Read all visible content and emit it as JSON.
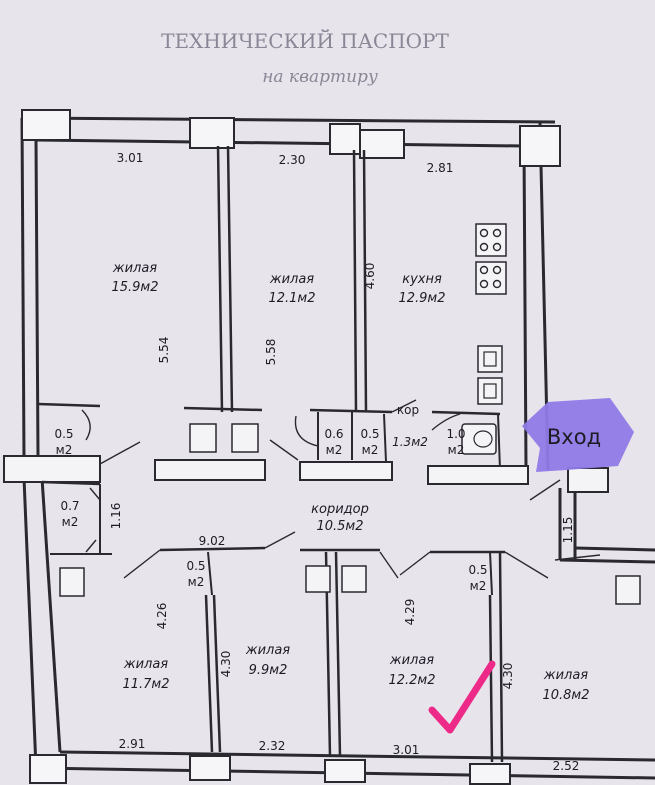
{
  "header": {
    "title": "ТЕХНИЧЕСКИЙ ПАСПОРТ",
    "subtitle": "на квартиру"
  },
  "colors": {
    "paper": "#e7e4ec",
    "ink": "#2a2930",
    "entrance_badge": "#8f7ae6",
    "checkmark": "#ee2a88"
  },
  "entrance": {
    "label": "Вход",
    "icon": "entrance-badge-icon"
  },
  "checkmark": {
    "icon": "checkmark-icon"
  },
  "rooms": [
    {
      "key": "living_1",
      "name": "жилая",
      "area": "15.9м2"
    },
    {
      "key": "living_2",
      "name": "жилая",
      "area": "12.1м2"
    },
    {
      "key": "kitchen",
      "name": "кухня",
      "area": "12.9м2"
    },
    {
      "key": "bath_a",
      "name": "",
      "area": "0.5\nм2"
    },
    {
      "key": "wc",
      "name": "",
      "area": "0.6\nм2"
    },
    {
      "key": "bath_b",
      "name": "",
      "area": "0.5\nм2"
    },
    {
      "key": "corridor_small",
      "name": "кор",
      "area": "1.3м2"
    },
    {
      "key": "bath_c",
      "name": "",
      "area": "1.0\nм2"
    },
    {
      "key": "storage_1",
      "name": "",
      "area": "0.7\nм2"
    },
    {
      "key": "corridor",
      "name": "коридор",
      "area": "10.5м2"
    },
    {
      "key": "closet_1",
      "name": "",
      "area": "0.5\nм2"
    },
    {
      "key": "closet_2",
      "name": "",
      "area": "0.5\nм2"
    },
    {
      "key": "living_3",
      "name": "жилая",
      "area": "11.7м2"
    },
    {
      "key": "living_4",
      "name": "жилая",
      "area": "9.9м2"
    },
    {
      "key": "living_5",
      "name": "жилая",
      "area": "12.2м2"
    },
    {
      "key": "living_6",
      "name": "жилая",
      "area": "10.8м2"
    }
  ],
  "dimensions": {
    "top": [
      "3.01",
      "2.30",
      "2.81"
    ],
    "bottom": [
      "2.91",
      "2.32",
      "3.01",
      "2.52"
    ],
    "vertical": [
      "5.54",
      "5.58",
      "4.60",
      "1.16",
      "1.15",
      "4.26",
      "4.30",
      "4.29",
      "4.30"
    ],
    "corridor_length": "9.02"
  }
}
